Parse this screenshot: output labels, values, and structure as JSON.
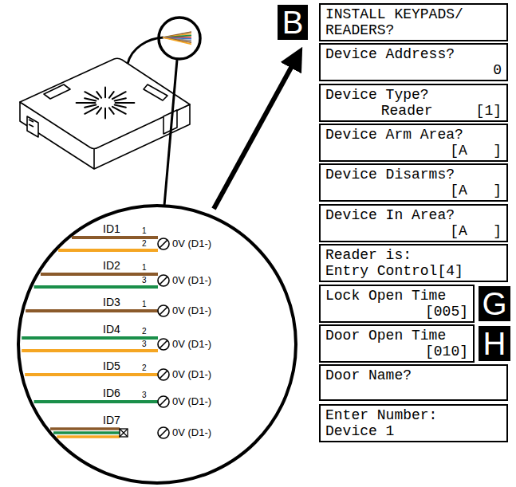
{
  "diagram": {
    "nodes": [
      {
        "text": [
          "B"
        ]
      },
      {
        "text": [
          "INSTALL KEYPADS/ READERS?"
        ]
      },
      {
        "text": [
          "Device Address?",
          "0"
        ]
      },
      {
        "text": [
          "Device Type?",
          "Reader     [1]"
        ]
      },
      {
        "text": [
          "Device Arm Area?",
          "[A   ]"
        ]
      },
      {
        "text": [
          "Device Disarms?",
          "[A   ]"
        ]
      },
      {
        "text": [
          "Device In Area?",
          "[A   ]"
        ]
      },
      {
        "text": [
          "Reader is:",
          "Entry Control[4]"
        ]
      },
      {
        "text": [
          "Lock Open Time",
          "[005]"
        ]
      },
      {
        "text": [
          "G"
        ]
      },
      {
        "text": [
          "Door Open Time",
          "[010]"
        ]
      },
      {
        "text": [
          "H"
        ]
      },
      {
        "text": [
          "Door Name?"
        ]
      },
      {
        "text": [
          "Enter Number:",
          "Device 1"
        ]
      }
    ],
    "labels": [
      "ID1",
      "1",
      "2",
      "0V (D1-)",
      "ID2",
      "1",
      "3",
      "0V (D1-)",
      "ID3",
      "1",
      "0V (D1-)",
      "ID4",
      "2",
      "3",
      "0V (D1-)",
      "ID5",
      "2",
      "0V (D1-)",
      "ID6",
      "3",
      "0V (D1-)",
      "ID7",
      "0V (D1-)"
    ]
  }
}
